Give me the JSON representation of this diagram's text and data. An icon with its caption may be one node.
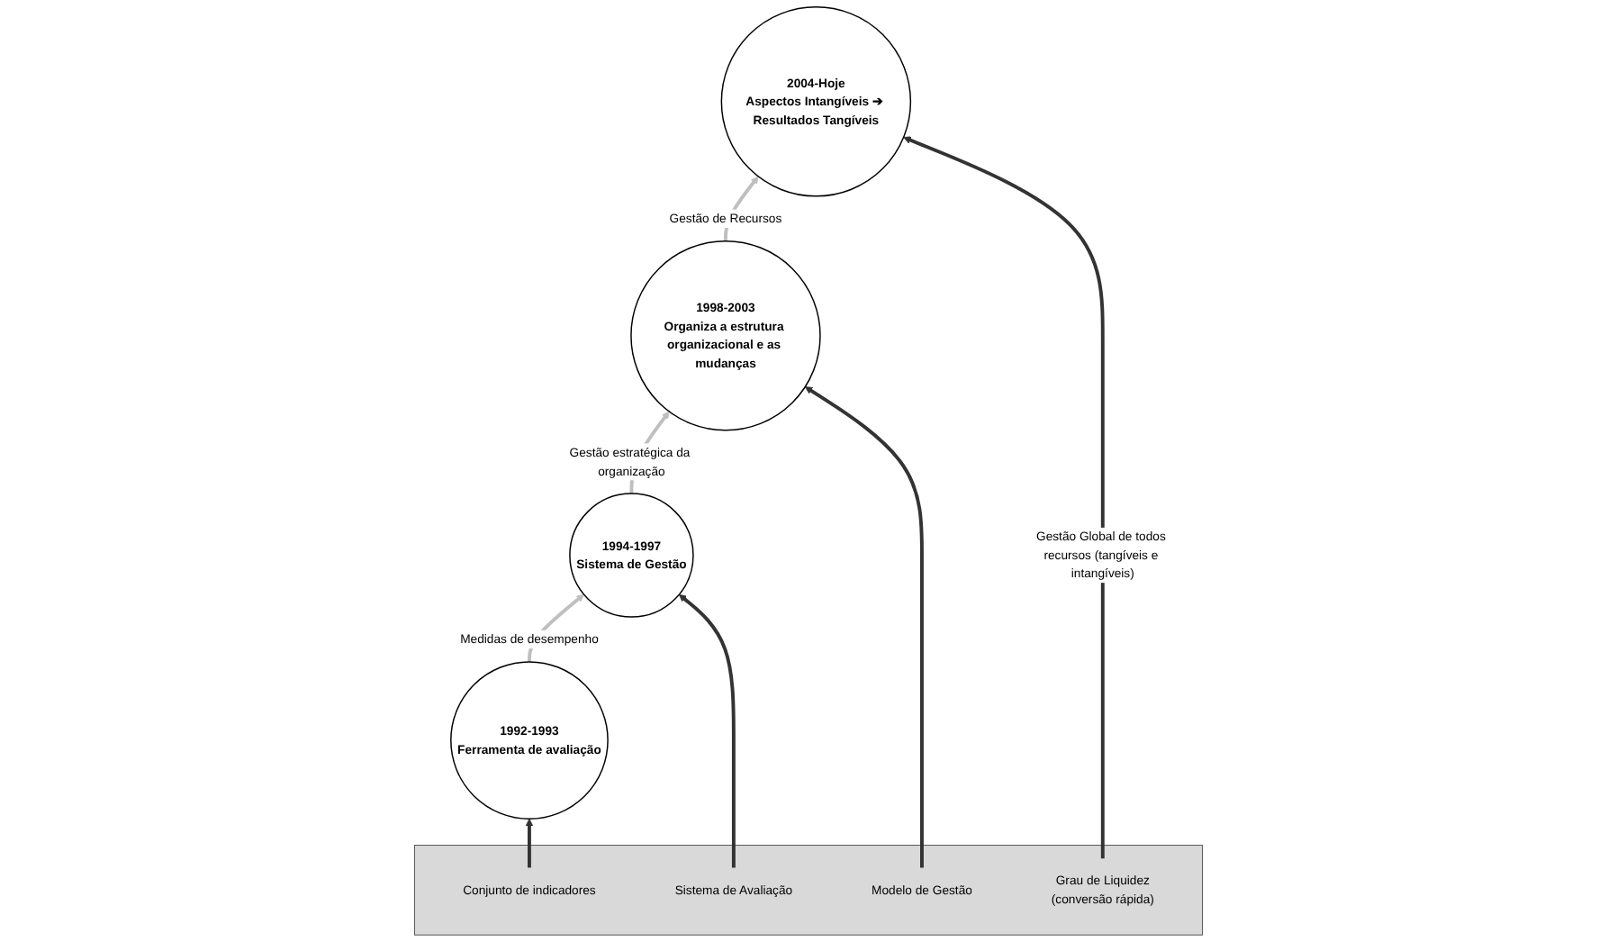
{
  "diagram": {
    "nodes": [
      {
        "text": [
          "1992-1993",
          "Ferramenta de avaliação"
        ]
      },
      {
        "text": [
          "1994-1997",
          "Sistema de Gestão"
        ]
      },
      {
        "text": [
          "1998-2003",
          "Organiza a estrutura organizacional e as mudanças"
        ]
      },
      {
        "text": [
          "2004-Hoje",
          "Aspectos Intangíveis ➔ Resultados Tangíveis"
        ]
      },
      {
        "text": [],
        "shape": "box"
      },
      {
        "text": [
          "Conjunto de indicadores"
        ],
        "in": 4
      },
      {
        "text": [
          "Sistema de Avaliação"
        ],
        "in": 4
      },
      {
        "text": [
          "Modelo de Gestão"
        ],
        "in": 4
      },
      {
        "text": [
          "Grau de Liquidez",
          "(conversão rápida)"
        ],
        "in": 4
      }
    ],
    "edges": [
      {
        "from": 0,
        "to": 1,
        "arrow": "to",
        "label": "Medidas de desempenho",
        "color": "#bfbfbf"
      },
      {
        "from": 1,
        "to": 2,
        "arrow": "to",
        "label": "Gestão estratégica da organização",
        "color": "#bfbfbf"
      },
      {
        "from": 2,
        "to": 3,
        "arrow": "to",
        "label": "Gestão de Recursos",
        "color": "#bfbfbf"
      },
      {
        "from": 5,
        "to": 0,
        "arrow": "to"
      },
      {
        "from": 6,
        "to": 1,
        "arrow": "to"
      },
      {
        "from": 7,
        "to": 2,
        "arrow": "to"
      },
      {
        "from": 8,
        "to": 3,
        "arrow": "to",
        "label": "Gestão Global de todos recursos (tangíveis e intangíveis)"
      }
    ]
  }
}
